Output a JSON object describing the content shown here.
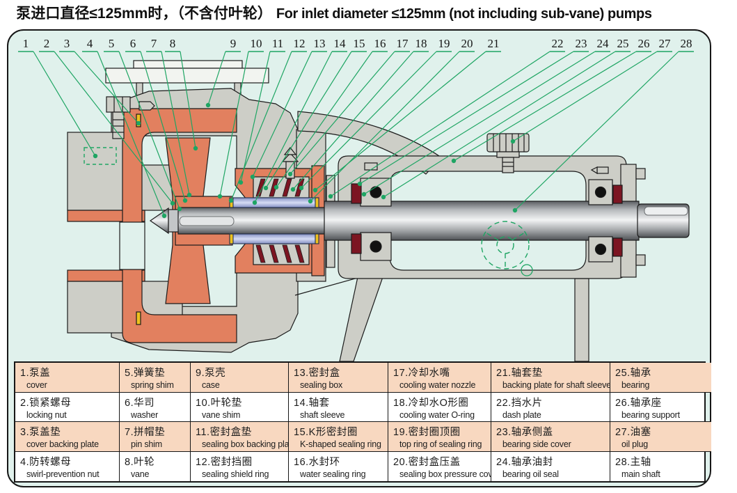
{
  "title": {
    "zh": "泵进口直径≤125mm时，（不含付叶轮）",
    "en": "For inlet diameter ≤125mm (not including sub-vane) pumps"
  },
  "parts": [
    {
      "num": "1",
      "zh": "泵盖",
      "en": "cover"
    },
    {
      "num": "2",
      "zh": "锁紧螺母",
      "en": "locking nut"
    },
    {
      "num": "3",
      "zh": "泵盖垫",
      "en": "cover backing plate"
    },
    {
      "num": "4",
      "zh": "防转螺母",
      "en": "swirl-prevention nut"
    },
    {
      "num": "5",
      "zh": "弹簧垫",
      "en": "spring shim"
    },
    {
      "num": "6",
      "zh": "华司",
      "en": "washer"
    },
    {
      "num": "7",
      "zh": "拼帽垫",
      "en": "pin shim"
    },
    {
      "num": "8",
      "zh": "叶轮",
      "en": "vane"
    },
    {
      "num": "9",
      "zh": "泵壳",
      "en": "case"
    },
    {
      "num": "10",
      "zh": "叶轮垫",
      "en": "vane shim"
    },
    {
      "num": "11",
      "zh": "密封盒垫",
      "en": "sealing box backing plate"
    },
    {
      "num": "12",
      "zh": "密封挡圈",
      "en": "sealing shield ring"
    },
    {
      "num": "13",
      "zh": "密封盒",
      "en": "sealing box"
    },
    {
      "num": "14",
      "zh": "轴套",
      "en": "shaft sleeve"
    },
    {
      "num": "15",
      "zh": "K形密封圈",
      "en": "K-shaped sealing ring"
    },
    {
      "num": "16",
      "zh": "水封环",
      "en": "water sealing ring"
    },
    {
      "num": "17",
      "zh": "冷却水嘴",
      "en": "cooling water nozzle"
    },
    {
      "num": "18",
      "zh": "冷却水O形圈",
      "en": "cooling water O-ring"
    },
    {
      "num": "19",
      "zh": "密封圈顶圈",
      "en": "top ring of sealing ring"
    },
    {
      "num": "20",
      "zh": "密封盒压盖",
      "en": "sealing box pressure cover"
    },
    {
      "num": "21",
      "zh": "轴套垫",
      "en": "backing plate for shaft sleeve"
    },
    {
      "num": "22",
      "zh": "挡水片",
      "en": "dash plate"
    },
    {
      "num": "23",
      "zh": "轴承侧盖",
      "en": "bearing side cover"
    },
    {
      "num": "24",
      "zh": "轴承油封",
      "en": "bearing oil seal"
    },
    {
      "num": "25",
      "zh": "轴承",
      "en": "bearing"
    },
    {
      "num": "26",
      "zh": "轴承座",
      "en": "bearing support"
    },
    {
      "num": "27",
      "zh": "油塞",
      "en": "oil plug"
    },
    {
      "num": "28",
      "zh": "主轴",
      "en": "main shaft"
    }
  ],
  "colors": {
    "panel_bg": "#e0f1ec",
    "casing_salmon": "#e2805f",
    "metal_gray": "#cdcec7",
    "leader_green": "#1ea563",
    "seal_dark_red": "#7c1522",
    "sleeve_blue": "#a9b4dd",
    "gasket_yellow": "#eec11e",
    "table_row_peach": "#f8d8c0",
    "table_border": "#161616"
  }
}
